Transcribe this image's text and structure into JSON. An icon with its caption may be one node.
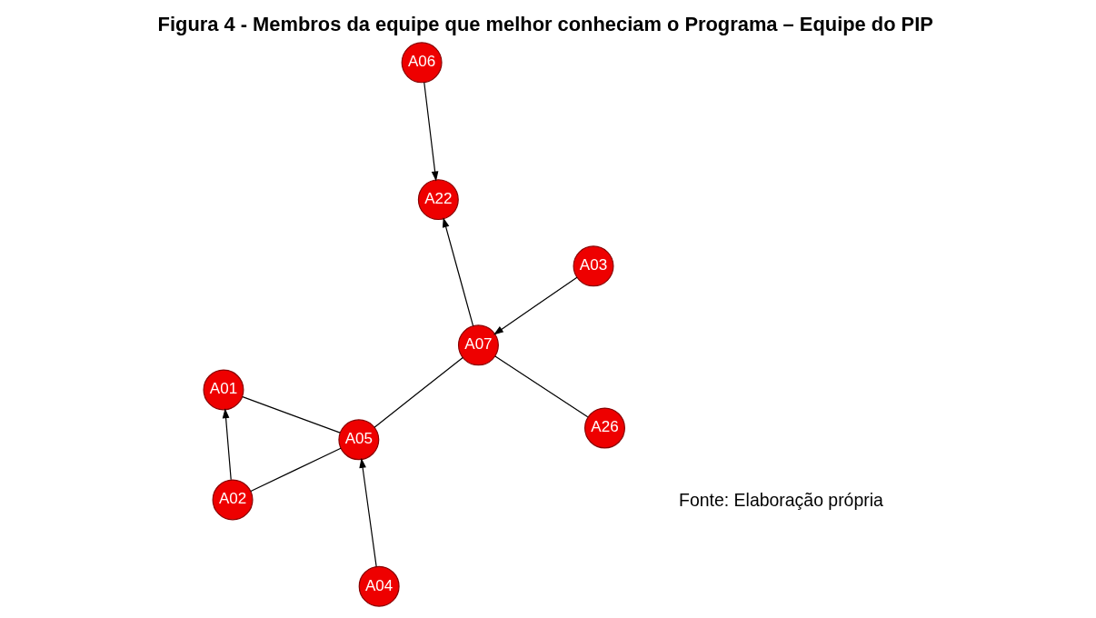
{
  "diagram": {
    "title": "Figura 4 - Membros da equipe que melhor conheciam o Programa – Equipe do PIP",
    "caption": "Fonte: Elaboração própria",
    "nodes": [
      {
        "text": [
          "A06"
        ]
      },
      {
        "text": [
          "A22"
        ]
      },
      {
        "text": [
          "A02"
        ]
      },
      {
        "text": [
          "A07"
        ]
      },
      {
        "text": [
          "A05"
        ]
      },
      {
        "text": [
          "A01"
        ]
      },
      {
        "text": [
          "A26"
        ]
      },
      {
        "text": [
          "A03"
        ]
      },
      {
        "text": [
          "A04"
        ]
      }
    ],
    "edges": [
      {
        "from": 0,
        "to": 1,
        "arrow": "to"
      },
      {
        "from": 3,
        "to": 1,
        "arrow": "to"
      },
      {
        "from": 2,
        "to": 5,
        "arrow": "to"
      },
      {
        "from": 2,
        "to": 4,
        "arrow": "none"
      },
      {
        "from": 3,
        "to": 4,
        "arrow": "none"
      },
      {
        "from": 4,
        "to": 5,
        "arrow": "none"
      },
      {
        "from": 6,
        "to": 3,
        "arrow": "none"
      },
      {
        "from": 7,
        "to": 3,
        "arrow": "to"
      },
      {
        "from": 8,
        "to": 4,
        "arrow": "to"
      }
    ]
  }
}
